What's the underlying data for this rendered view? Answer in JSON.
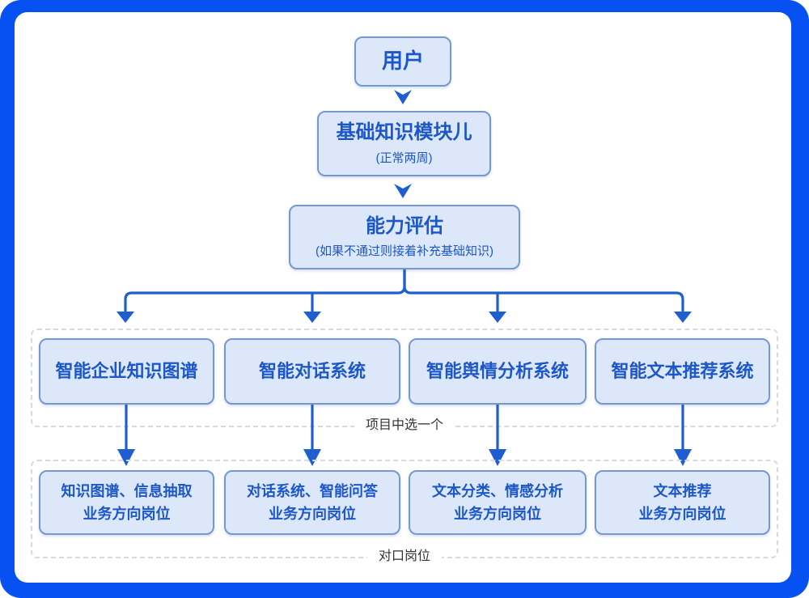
{
  "colors": {
    "frame_blue": "#0751f2",
    "node_fill": "#dce8fa",
    "node_border": "#7598d2",
    "node_text": "#1c57c9",
    "connector_blue": "#1e5ed0",
    "dashed_border": "#d3dae6",
    "group_label_text": "#333333"
  },
  "nodes": {
    "user": {
      "title": "用户"
    },
    "foundation": {
      "title": "基础知识模块儿",
      "subtitle": "(正常两周)"
    },
    "assessment": {
      "title": "能力评估",
      "subtitle": "(如果不通过则接着补充基础知识)"
    }
  },
  "project_group": {
    "label": "项目中选一个",
    "items": [
      {
        "label": "智能企业知识图谱"
      },
      {
        "label": "智能对话系统"
      },
      {
        "label": "智能舆情分析系统"
      },
      {
        "label": "智能文本推荐系统"
      }
    ]
  },
  "job_group": {
    "label": "对口岗位",
    "items": [
      {
        "line1": "知识图谱、信息抽取",
        "line2": "业务方向岗位"
      },
      {
        "line1": "对话系统、智能问答",
        "line2": "业务方向岗位"
      },
      {
        "line1": "文本分类、情感分析",
        "line2": "业务方向岗位"
      },
      {
        "line1": "文本推荐",
        "line2": "业务方向岗位"
      }
    ]
  }
}
